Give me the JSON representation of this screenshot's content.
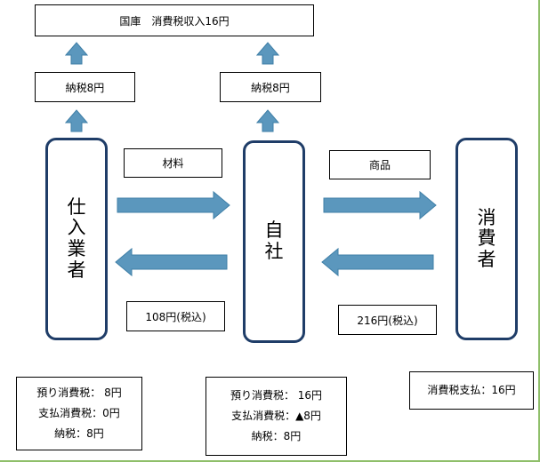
{
  "national_treasury": "国庫　消費税収入16円",
  "supplier_payment": "納税8円",
  "company_payment": "納税8円",
  "supplier": "仕入業者",
  "company": "自社",
  "consumer": "消費者",
  "flows": {
    "materials": "材料",
    "goods": "商品",
    "purchase_price": "108円(税込)",
    "sale_price": "216円(税込)"
  },
  "supplier_summary": [
    "預り消費税： 8円",
    "支払消費税：0円",
    "納税：8円"
  ],
  "company_summary": [
    "預り消費税： 16円",
    "支払消費税：▲8円",
    "納税：8円"
  ],
  "consumer_summary": "消費税支払：16円",
  "colors": {
    "arrow_fill": "#5b97bd",
    "arrow_stroke": "#3f7fa7",
    "entity_border": "#1f3d68",
    "frame_edge": "#8fbf6a"
  }
}
